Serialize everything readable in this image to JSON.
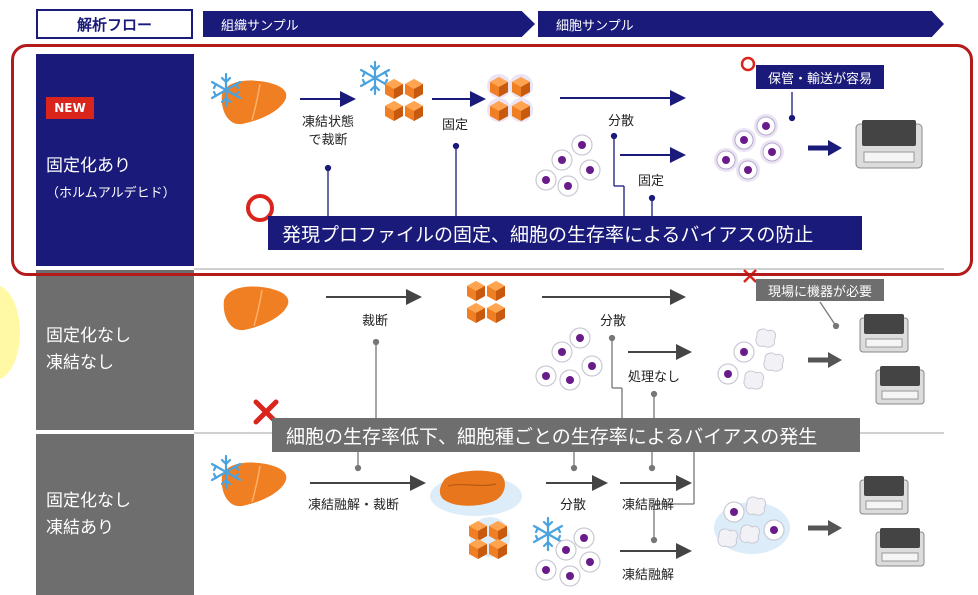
{
  "header": {
    "flow_label": "解析フロー",
    "tissue_label": "組織サンプル",
    "cell_label": "細胞サンプル"
  },
  "rows": [
    {
      "title": "固定化あり",
      "subtitle": "（ホルムアルデヒド）",
      "badge": "NEW"
    },
    {
      "title": "固定化なし",
      "subtitle": "凍結なし"
    },
    {
      "title": "固定化なし",
      "subtitle": "凍結あり"
    }
  ],
  "row1": {
    "cut_label": "凍結状態\nで裁断",
    "fix_label": "固定",
    "disperse_label": "分散",
    "fix2_label": "固定",
    "callout": "保管・輸送が容易",
    "band": "発現プロファイルの固定、細胞の生存率によるバイアスの防止"
  },
  "row2": {
    "cut_label": "裁断",
    "disperse_label": "分散",
    "noproc_label": "処理なし",
    "callout": "現場に機器が必要",
    "band": "細胞の生存率低下、細胞種ごとの生存率によるバイアスの発生"
  },
  "row3": {
    "thaw_cut_label": "凍結融解・裁断",
    "disperse_label": "分散",
    "thaw_label": "凍結融解",
    "thaw2_label": "凍結融解"
  },
  "colors": {
    "navy": "#1a1a7a",
    "gray": "#6e6e6e",
    "orange": "#f07e22",
    "red": "#c00000",
    "purple": "#6a1b8a",
    "ice": "#4aa3df"
  }
}
